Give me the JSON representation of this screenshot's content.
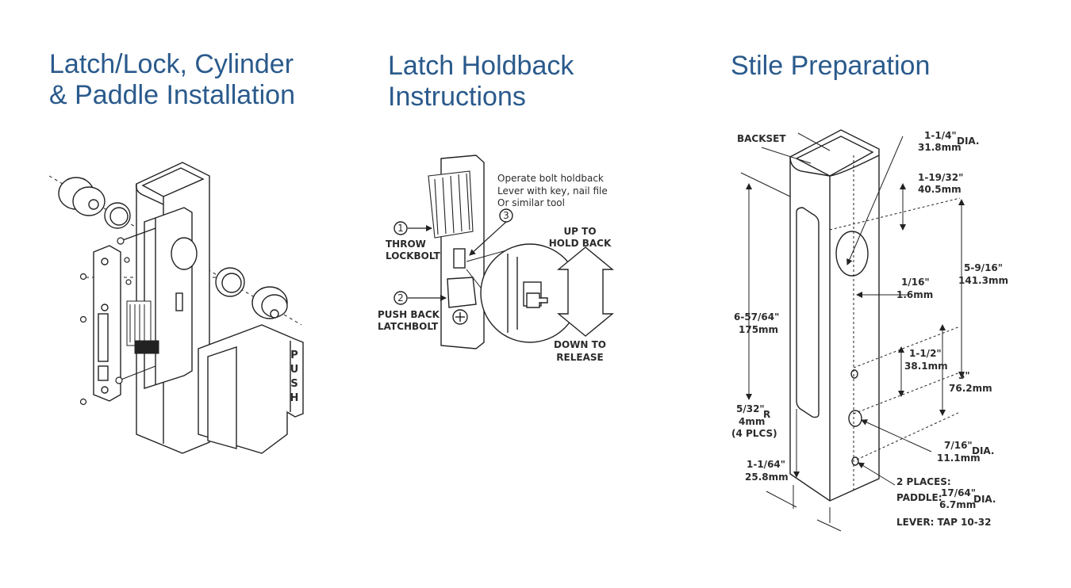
{
  "sections": [
    {
      "title_line1": "Latch/Lock, Cylinder",
      "title_line2": "& Paddle Installation"
    },
    {
      "title_line1": "Latch Holdback",
      "title_line2": "Instructions"
    },
    {
      "title_line1": "Stile Preparation",
      "title_line2": ""
    }
  ],
  "install": {
    "paddle_text": [
      "P",
      "U",
      "S",
      "H"
    ]
  },
  "holdback": {
    "step1_num": "1",
    "step1_line1": "THROW",
    "step1_line2": "LOCKBOLT",
    "step2_num": "2",
    "step2_line1": "PUSH BACK",
    "step2_line2": "LATCHBOLT",
    "step3_num": "3",
    "note_line1": "Operate bolt holdback",
    "note_line2": "Lever with key, nail file",
    "note_line3": "Or similar tool",
    "up_line1": "UP TO",
    "up_line2": "HOLD BACK",
    "down_line1": "DOWN TO",
    "down_line2": "RELEASE"
  },
  "stile": {
    "backset": "BACKSET",
    "cyl_dia_in": "1-1/4\"",
    "cyl_dia_mm": "31.8mm",
    "cyl_dia_suffix": "DIA.",
    "d1_in": "1-19/32\"",
    "d1_mm": "40.5mm",
    "d2_in": "5-9/16\"",
    "d2_mm": "141.3mm",
    "d3_in": "1/16\"",
    "d3_mm": "1.6mm",
    "d4_in": "6-57/64\"",
    "d4_mm": "175mm",
    "d5_in": "1-1/2\"",
    "d5_mm": "38.1mm",
    "d6_in": "3\"",
    "d6_mm": "76.2mm",
    "radius_in": "5/32\"",
    "radius_suffix": "R",
    "radius_mm": "4mm",
    "radius_places": "(4 PLCS)",
    "hole_in": "7/16\"",
    "hole_mm": "11.1mm",
    "hole_suffix": "DIA.",
    "width_in": "1-1/64\"",
    "width_mm": "25.8mm",
    "places": "2 PLACES:",
    "paddle_label": "PADDLE:",
    "paddle_in": "17/64\"",
    "paddle_mm": "6.7mm",
    "paddle_suffix": "DIA.",
    "lever": "LEVER: TAP 10-32"
  }
}
